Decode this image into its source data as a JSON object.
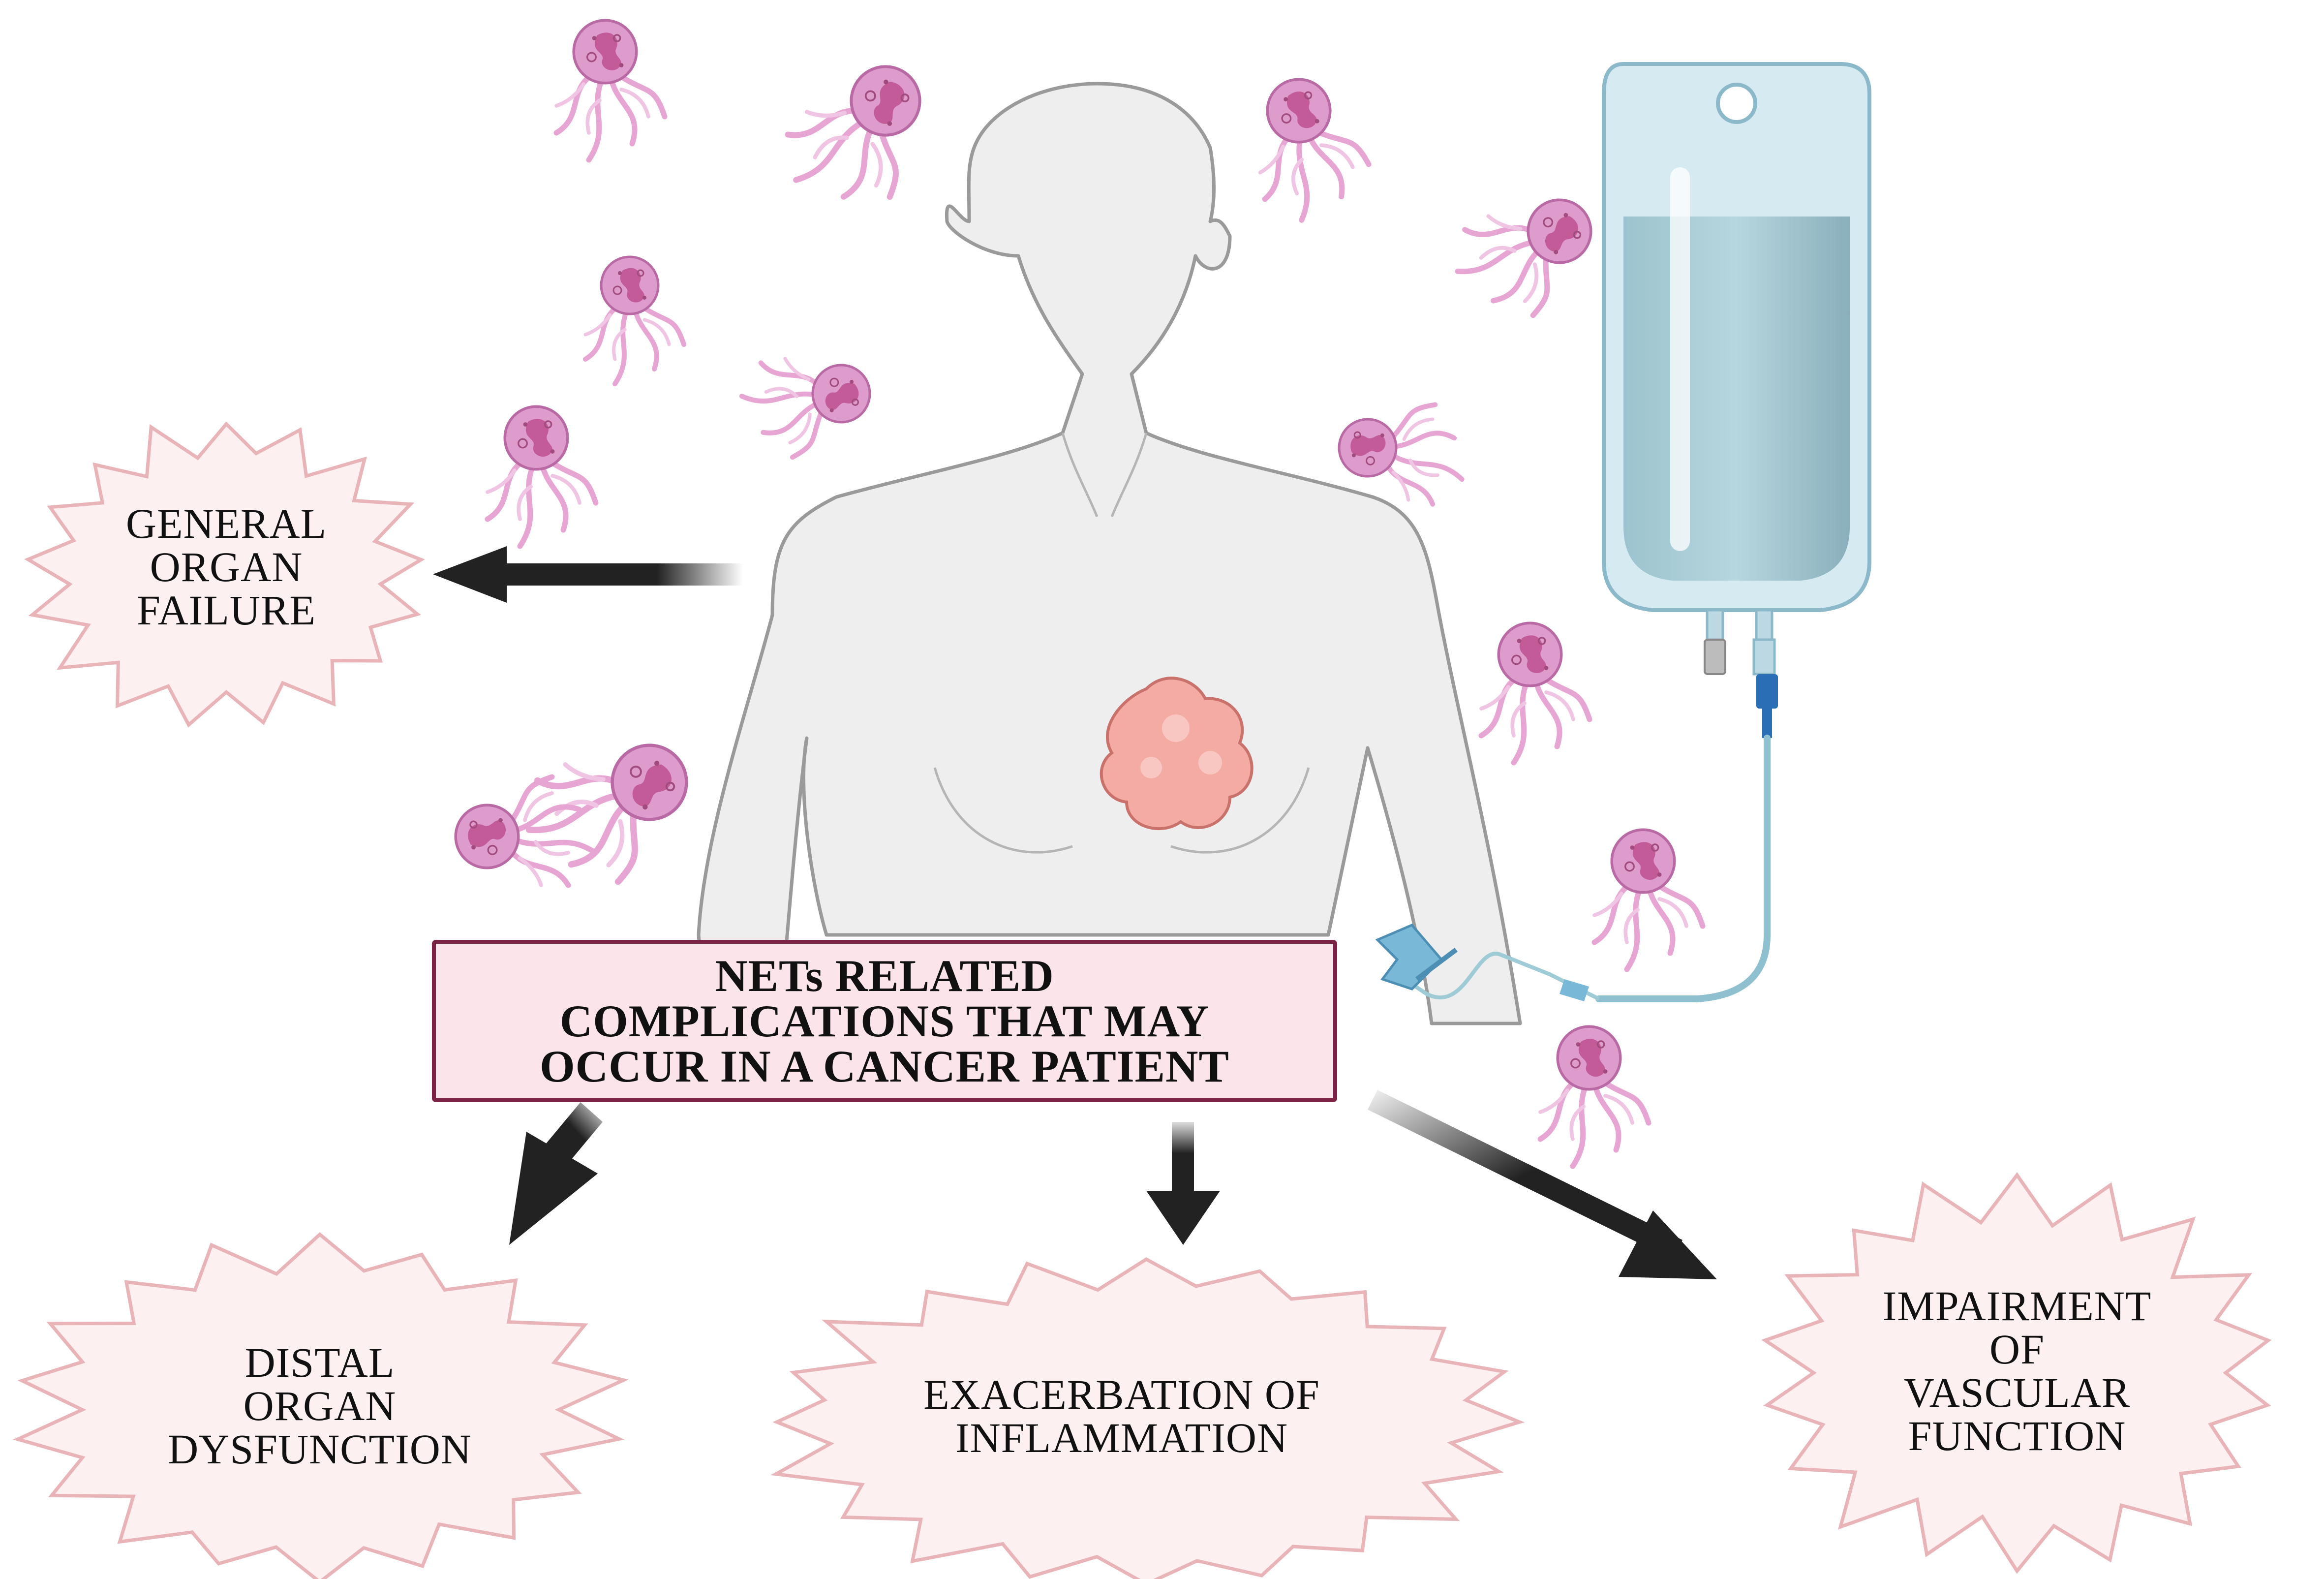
{
  "title": {
    "lines": [
      "NETs RELATED",
      "COMPLICATIONS THAT MAY",
      "OCCUR IN A CANCER PATIENT"
    ]
  },
  "outcomes": [
    {
      "id": "general-organ-failure",
      "lines": [
        "GENERAL",
        "ORGAN",
        "FAILURE"
      ]
    },
    {
      "id": "distal-organ-dysfunction",
      "lines": [
        "DISTAL",
        "ORGAN",
        "DYSFUNCTION"
      ]
    },
    {
      "id": "exacerbation-of-inflammation",
      "lines": [
        "EXACERBATION OF",
        "INFLAMMATION"
      ]
    },
    {
      "id": "impairment-of-vascular-function",
      "lines": [
        "IMPAIRMENT",
        "OF",
        "VASCULAR",
        "FUNCTION"
      ]
    }
  ],
  "colors": {
    "burst_fill": "#fdf0f0",
    "burst_stroke": "#e8b4b8",
    "box_fill": "#fbe5ea",
    "box_stroke": "#7d2446",
    "arrow": "#222222",
    "body_fill": "#eeeeee",
    "body_stroke": "#999999",
    "tumor": "#f2a7a0",
    "net_cell": "#d98fc4",
    "net_nucleus": "#c05a98",
    "iv_bag": "#cfe6ef",
    "iv_fluid": "#8fb8c4",
    "iv_line": "#8fc0cf",
    "needle": "#7ab8d8"
  },
  "icons": [
    "patient-silhouette-icon",
    "tumor-icon",
    "iv-bag-icon",
    "butterfly-needle-icon",
    "net-neutrophil-icon"
  ]
}
